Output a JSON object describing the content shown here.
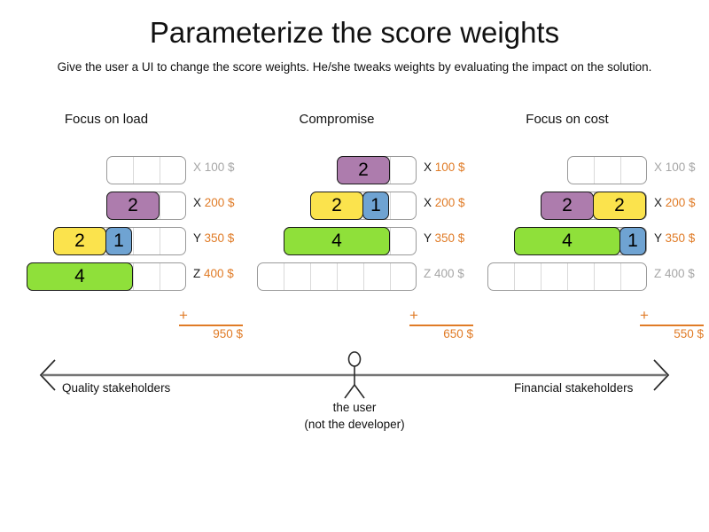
{
  "header": {
    "title": "Parameterize the score weights",
    "subtitle": "Give the user a UI to change the score weights. He/she tweaks weights by evaluating the impact on the solution."
  },
  "palette": {
    "purple": "#AD7CAD",
    "yellow": "#FBE34D",
    "blue": "#6FA3D2",
    "green": "#8FE03A",
    "orange": "#E07B26",
    "muted": "#A6A6A6",
    "track_border": "#9A9A9A",
    "cell_divider": "#D9D9D9"
  },
  "columns": [
    {
      "heading": "Focus on load",
      "rows": [
        {
          "letter": "X",
          "price": "100 $",
          "cells": 3,
          "empty": true,
          "segments": []
        },
        {
          "letter": "X",
          "price": "200 $",
          "cells": 3,
          "empty": false,
          "segments": [
            {
              "value": "2",
              "width": 2,
              "color": "purple"
            }
          ]
        },
        {
          "letter": "Y",
          "price": "350 $",
          "cells": 5,
          "empty": false,
          "segments": [
            {
              "value": "2",
              "width": 2,
              "color": "yellow"
            },
            {
              "value": "1",
              "width": 1,
              "color": "blue"
            }
          ]
        },
        {
          "letter": "Z",
          "price": "400 $",
          "cells": 6,
          "empty": false,
          "segments": [
            {
              "value": "4",
              "width": 4,
              "color": "green"
            }
          ]
        }
      ],
      "sum": {
        "plus": "+",
        "total": "950 $"
      }
    },
    {
      "heading": "Compromise",
      "rows": [
        {
          "letter": "X",
          "price": "100 $",
          "cells": 3,
          "empty": false,
          "segments": [
            {
              "value": "2",
              "width": 2,
              "color": "purple"
            }
          ]
        },
        {
          "letter": "X",
          "price": "200 $",
          "cells": 4,
          "empty": false,
          "segments": [
            {
              "value": "2",
              "width": 2,
              "color": "yellow"
            },
            {
              "value": "1",
              "width": 1,
              "color": "blue"
            }
          ]
        },
        {
          "letter": "Y",
          "price": "350 $",
          "cells": 5,
          "empty": false,
          "segments": [
            {
              "value": "4",
              "width": 4,
              "color": "green"
            }
          ]
        },
        {
          "letter": "Z",
          "price": "400 $",
          "cells": 6,
          "empty": true,
          "segments": []
        }
      ],
      "sum": {
        "plus": "+",
        "total": "650 $"
      }
    },
    {
      "heading": "Focus on cost",
      "rows": [
        {
          "letter": "X",
          "price": "100 $",
          "cells": 3,
          "empty": true,
          "segments": []
        },
        {
          "letter": "X",
          "price": "200 $",
          "cells": 4,
          "empty": false,
          "segments": [
            {
              "value": "2",
              "width": 2,
              "color": "purple"
            },
            {
              "value": "2",
              "width": 2,
              "color": "yellow"
            }
          ]
        },
        {
          "letter": "Y",
          "price": "350 $",
          "cells": 5,
          "empty": false,
          "segments": [
            {
              "value": "4",
              "width": 4,
              "color": "green"
            },
            {
              "value": "1",
              "width": 1,
              "color": "blue"
            }
          ]
        },
        {
          "letter": "Z",
          "price": "400 $",
          "cells": 6,
          "empty": true,
          "segments": []
        }
      ],
      "sum": {
        "plus": "+",
        "total": "550 $"
      }
    }
  ],
  "axis": {
    "left_caption": "Quality stakeholders",
    "right_caption": "Financial stakeholders",
    "user_line1": "the user",
    "user_line2": "(not the developer)"
  }
}
